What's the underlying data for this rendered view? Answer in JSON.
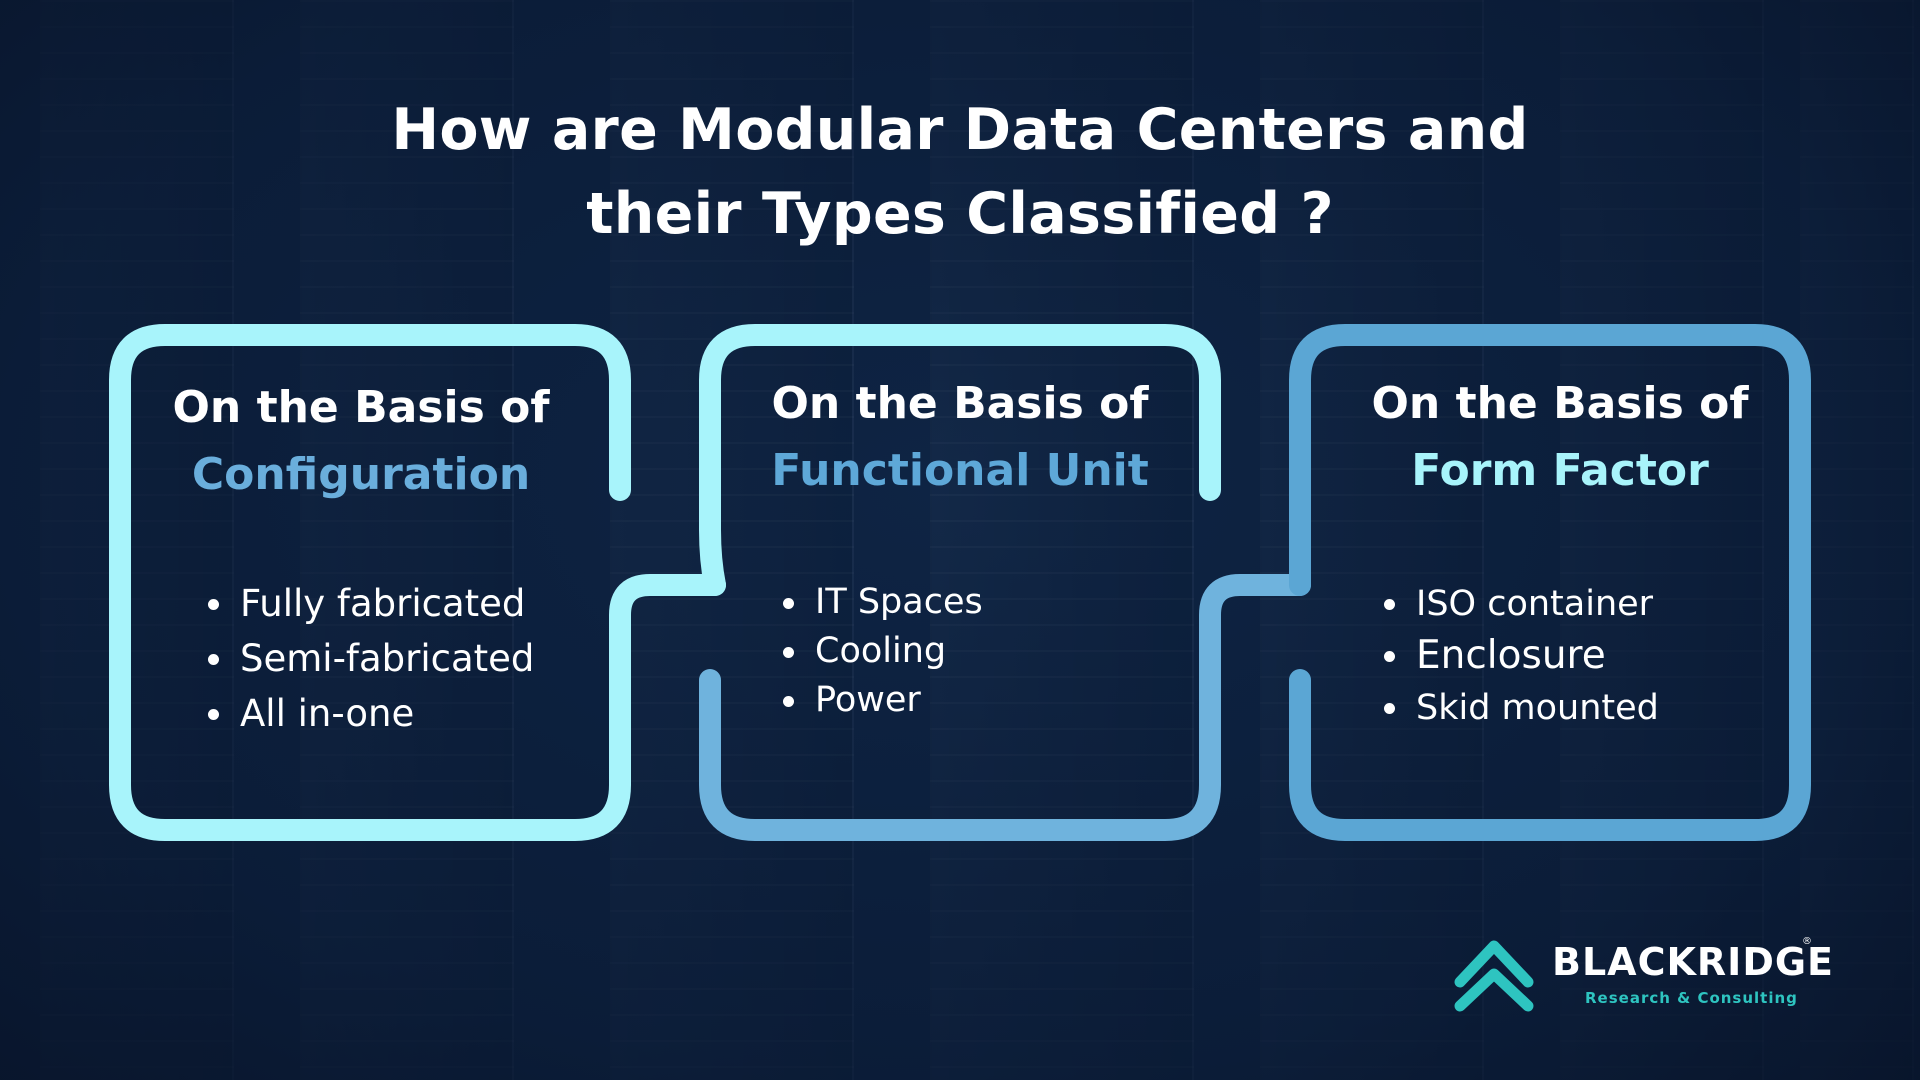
{
  "title": {
    "line1": "How are Modular Data Centers and",
    "line2": "their Types Classified ?"
  },
  "colors": {
    "background": "#0e2444",
    "frame_1": "#a8f4fb",
    "frame_2": "#6fb3dd",
    "frame_3": "#5ba6d4",
    "accent_configuration": "#6aaedc",
    "accent_functional_unit": "#5ea8d8",
    "accent_form_factor": "#a8f4fb",
    "logo_teal": "#2ec4c0"
  },
  "cards": [
    {
      "heading_prefix": "On the Basis of",
      "heading_key": "Configuration",
      "items": [
        "Fully fabricated",
        "Semi-fabricated",
        "All in-one"
      ]
    },
    {
      "heading_prefix": "On the Basis of",
      "heading_key": "Functional Unit",
      "items": [
        "IT Spaces",
        "Cooling",
        "Power"
      ]
    },
    {
      "heading_prefix": "On the Basis of",
      "heading_key": "Form Factor",
      "items": [
        "ISO container",
        "Enclosure",
        "Skid mounted"
      ]
    }
  ],
  "logo": {
    "name": "BLACKRIDGE",
    "registered": "®",
    "tagline": "Research & Consulting",
    "icon": "double-chevron-up-icon"
  }
}
